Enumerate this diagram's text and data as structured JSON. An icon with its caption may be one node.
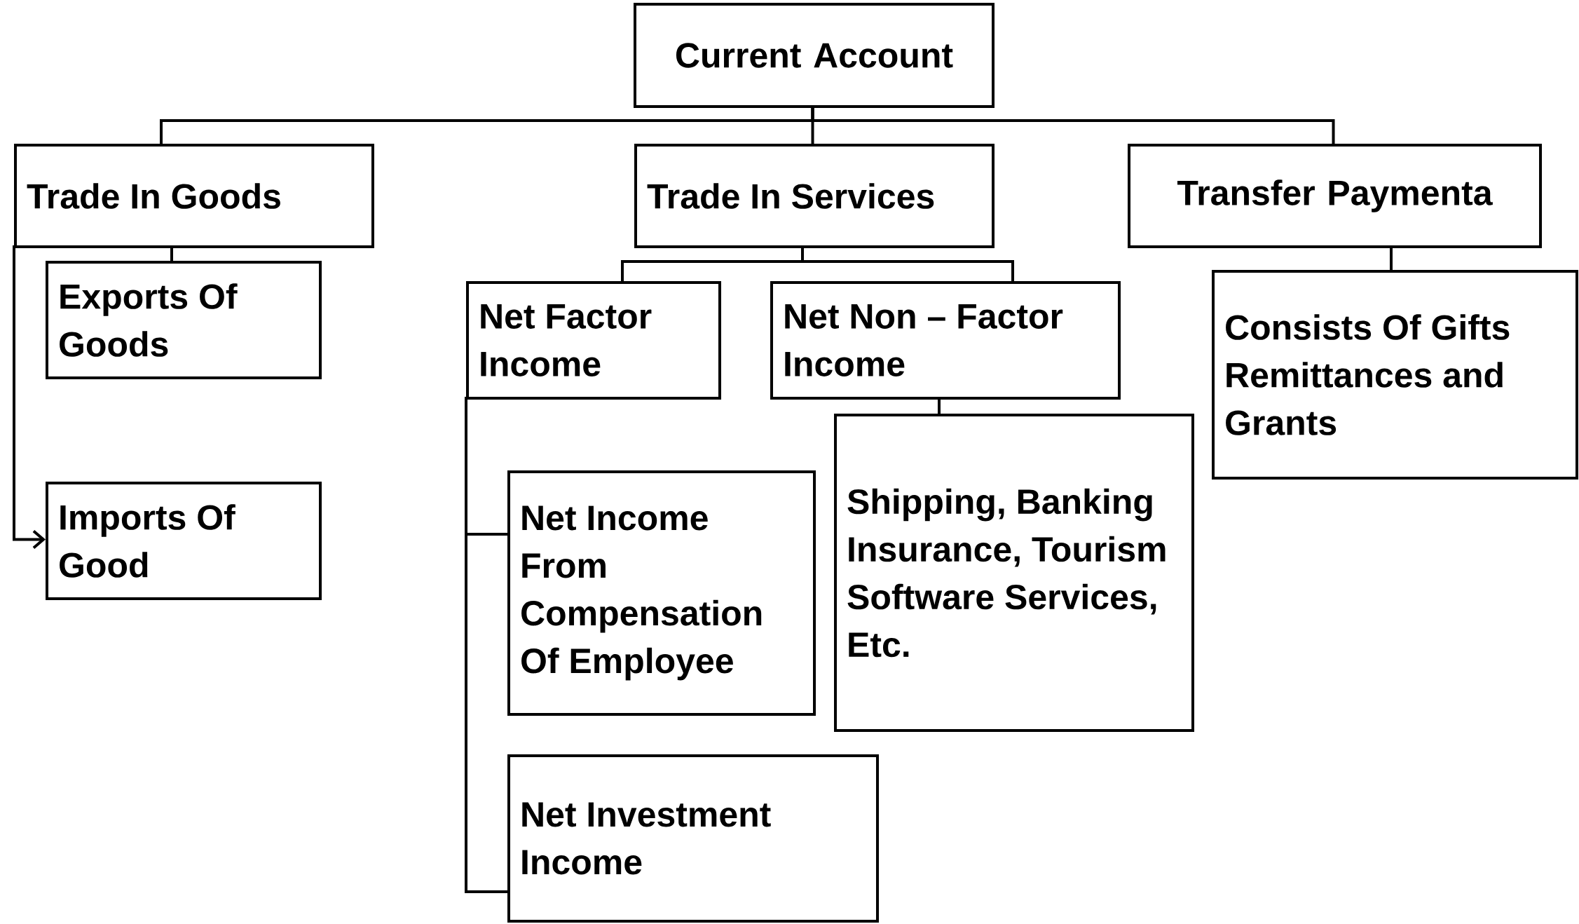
{
  "diagram": {
    "nodes": [
      {
        "text": [
          "Current Account"
        ]
      },
      {
        "text": [
          "Trade In Goods"
        ]
      },
      {
        "text": [
          "Trade In Services"
        ]
      },
      {
        "text": [
          "Transfer Paymenta"
        ]
      },
      {
        "text": [
          "Exports Of Goods"
        ]
      },
      {
        "text": [
          "Imports Of Good"
        ]
      },
      {
        "text": [
          "Net Factor Income"
        ]
      },
      {
        "text": [
          "Net Non – Factor Income"
        ]
      },
      {
        "text": [
          "Consists Of Gifts Remittances and Grants"
        ]
      },
      {
        "text": [
          "Net Income From Compensation Of Employee"
        ]
      },
      {
        "text": [
          "Shipping, Banking Insurance, Tourism Software Services, Etc."
        ]
      },
      {
        "text": [
          "Net Investment Income"
        ]
      }
    ],
    "edges": [
      {
        "from": 0,
        "to": 1,
        "arrow": "none"
      },
      {
        "from": 0,
        "to": 2,
        "arrow": "none"
      },
      {
        "from": 0,
        "to": 3,
        "arrow": "none"
      },
      {
        "from": 1,
        "to": 4,
        "arrow": "none"
      },
      {
        "from": 1,
        "to": 5,
        "arrow": "to"
      },
      {
        "from": 2,
        "to": 6,
        "arrow": "none"
      },
      {
        "from": 2,
        "to": 7,
        "arrow": "none"
      },
      {
        "from": 3,
        "to": 8,
        "arrow": "none"
      },
      {
        "from": 6,
        "to": 9,
        "arrow": "none"
      },
      {
        "from": 6,
        "to": 11,
        "arrow": "none"
      },
      {
        "from": 7,
        "to": 10,
        "arrow": "none"
      }
    ]
  }
}
